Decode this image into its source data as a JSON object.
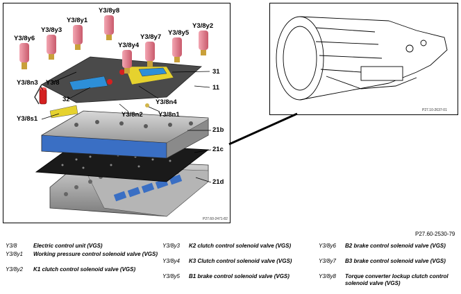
{
  "diagram": {
    "callouts": {
      "y3_8y8": "Y3/8y8",
      "y3_8y1": "Y3/8y1",
      "y3_8y3": "Y3/8y3",
      "y3_8y6": "Y3/8y6",
      "y3_8y7": "Y3/8y7",
      "y3_8y5": "Y3/8y5",
      "y3_8y2": "Y3/8y2",
      "y3_8y4": "Y3/8y4",
      "y3_8": "Y3/8",
      "y3_8n3": "Y3/8n3",
      "n31": "31",
      "n11": "11",
      "n32": "32",
      "y3_8n4": "Y3/8n4",
      "y3_8n2": "Y3/8n2",
      "y3_8n1": "Y3/8n1",
      "y3_8s1": "Y3/8s1",
      "n21b": "21b",
      "n21c": "21c",
      "n21d": "21d"
    },
    "main_ref": "P27.60-2471-82",
    "inset_ref": "P27.10-2637-01",
    "figure_ref": "P27.60-2530-79"
  },
  "legend": [
    {
      "code": "Y3/8",
      "desc": "Electric control unit (VGS)"
    },
    {
      "code": "Y3/8y1",
      "desc": "Working pressure control solenoid valve (VGS)"
    },
    {
      "code": "Y3/8y2",
      "desc": "K1 clutch control solenoid valve (VGS)"
    },
    {
      "code": "Y3/8y3",
      "desc": "K2 clutch control solenoid valve (VGS)"
    },
    {
      "code": "Y3/8y4",
      "desc": "K3 Clutch control solenoid valve (VGS)"
    },
    {
      "code": "Y3/8y5",
      "desc": "B1 brake control solenoid valve (VGS)"
    },
    {
      "code": "Y3/8y6",
      "desc": "B2 brake control solenoid valve (VGS)"
    },
    {
      "code": "Y3/8y7",
      "desc": "B3 brake control solenoid valve (VGS)"
    },
    {
      "code": "Y3/8y8",
      "desc": "Torque converter lockup clutch control solenoid valve (VGS)"
    }
  ],
  "colors": {
    "solenoid_pink": "#e07c8c",
    "solenoid_base": "#c9a03a",
    "board_yellow": "#e6d22e",
    "plate_blue": "#3a6fc4",
    "sensor_red": "#d42020",
    "metal_gray": "#9a9a9a"
  }
}
